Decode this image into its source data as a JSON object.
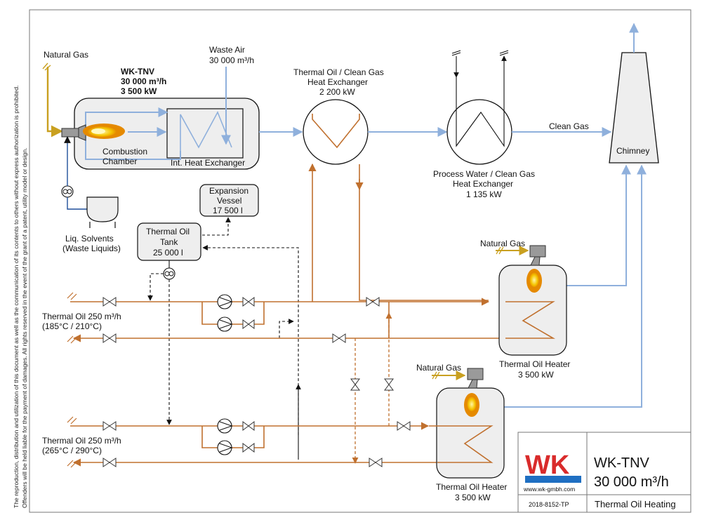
{
  "side_note": {
    "line1": "The reproduction, distribution and utilization of this document as well as the communication of its contents to others without express authorization is prohibited.",
    "line2": "Offenders will be held liable for the payment of damages. All rights reserved in the event of the grant of a patent, utility model or design."
  },
  "tnv": {
    "title": "WK-TNV",
    "flow": "30 000 m³/h",
    "power": "3 500 kW"
  },
  "natural_gas_main": "Natural Gas",
  "waste_air": {
    "label": "Waste Air",
    "flow": "30 000 m³/h"
  },
  "combustion_chamber": {
    "line1": "Combustion",
    "line2": "Chamber"
  },
  "int_hx": "Int. Heat Exchanger",
  "oil_gas_hx": {
    "line1": "Thermal Oil / Clean Gas",
    "line2": "Heat Exchanger",
    "line3": "2 200 kW"
  },
  "water_gas_hx": {
    "line1": "Process Water / Clean Gas",
    "line2": "Heat Exchanger",
    "line3": "1 135 kW"
  },
  "clean_gas": "Clean Gas",
  "chimney": "Chimney",
  "expansion_vessel": {
    "line1": "Expansion",
    "line2": "Vessel",
    "line3": "17 500 l"
  },
  "oil_tank": {
    "line1": "Thermal Oil",
    "line2": "Tank",
    "line3": "25 000 l"
  },
  "liq_solvents": {
    "line1": "Liq. Solvents",
    "line2": "(Waste Liquids)"
  },
  "circuit1": {
    "line1": "Thermal Oil  250 m³/h",
    "line2": "(185°C / 210°C)"
  },
  "circuit2": {
    "line1": "Thermal Oil  250 m³/h",
    "line2": "(265°C / 290°C)"
  },
  "heater1": {
    "gas": "Natural Gas",
    "line1": "Thermal Oil Heater",
    "line2": "3 500 kW"
  },
  "heater2": {
    "gas": "Natural Gas",
    "line1": "Thermal Oil Heater",
    "line2": "3 500 kW"
  },
  "title_block": {
    "logo": "WK",
    "website": "www.wk-gmbh.com",
    "title": "WK-TNV",
    "subtitle": "30 000 m³/h",
    "drawing_no": "2018-8152-TP",
    "description": "Thermal Oil Heating"
  },
  "colors": {
    "thermal_oil": "#c0702e",
    "gas": "#8fb0dc",
    "natural_gas": "#c9a020",
    "logo_red": "#d92b2b",
    "logo_blue": "#1f6fc2"
  }
}
